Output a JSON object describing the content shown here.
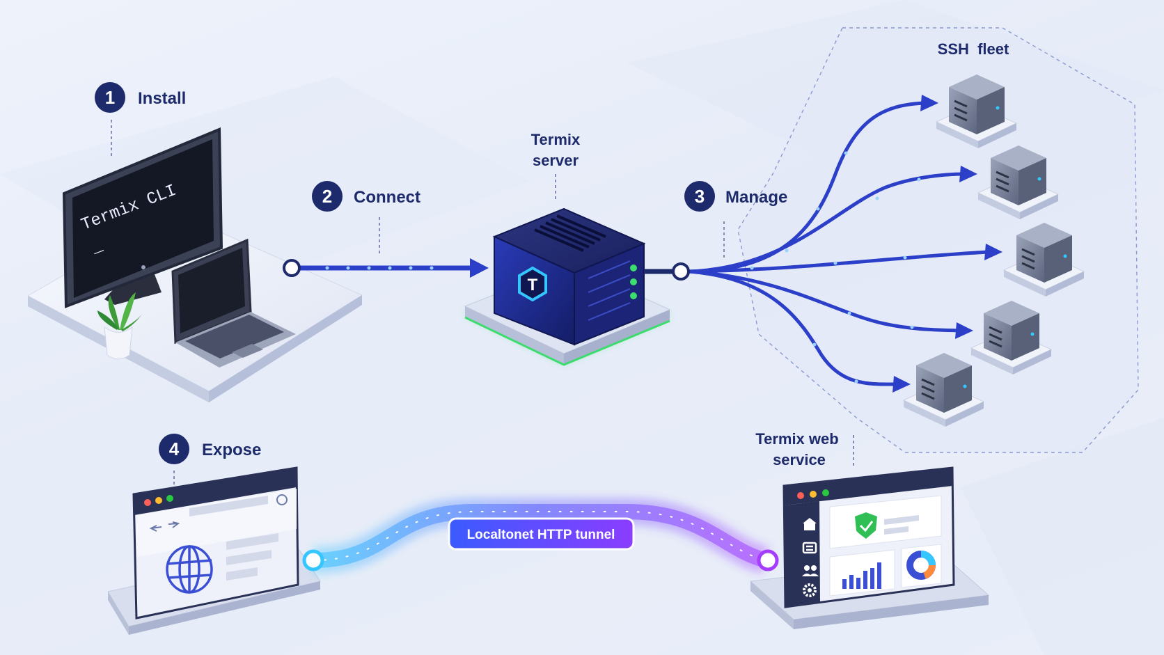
{
  "steps": [
    {
      "number": "1",
      "title": "Install"
    },
    {
      "number": "2",
      "title": "Connect"
    },
    {
      "number": "3",
      "title": "Manage"
    },
    {
      "number": "4",
      "title": "Expose"
    }
  ],
  "nodes": {
    "cli_label": "Termix CLI",
    "cli_cursor": "_",
    "server_label_line1": "Termix",
    "server_label_line2": "server",
    "server_logo_letter": "T",
    "fleet_label": "SSH  fleet",
    "web_service_line1": "Termix web",
    "web_service_line2": "service",
    "tunnel_label": "Localtonet HTTP tunnel"
  },
  "colors": {
    "navy": "#1d2a6b",
    "arrow_blue": "#2b3fc9",
    "glow_green": "#3ddc6f",
    "tunnel_purple": "#8b3dff",
    "tunnel_cyan": "#35c6ff"
  },
  "icons": [
    "home-icon",
    "list-icon",
    "users-icon",
    "gear-icon",
    "shield-check-icon",
    "bar-chart-icon",
    "donut-chart-icon",
    "globe-icon",
    "refresh-icon"
  ]
}
